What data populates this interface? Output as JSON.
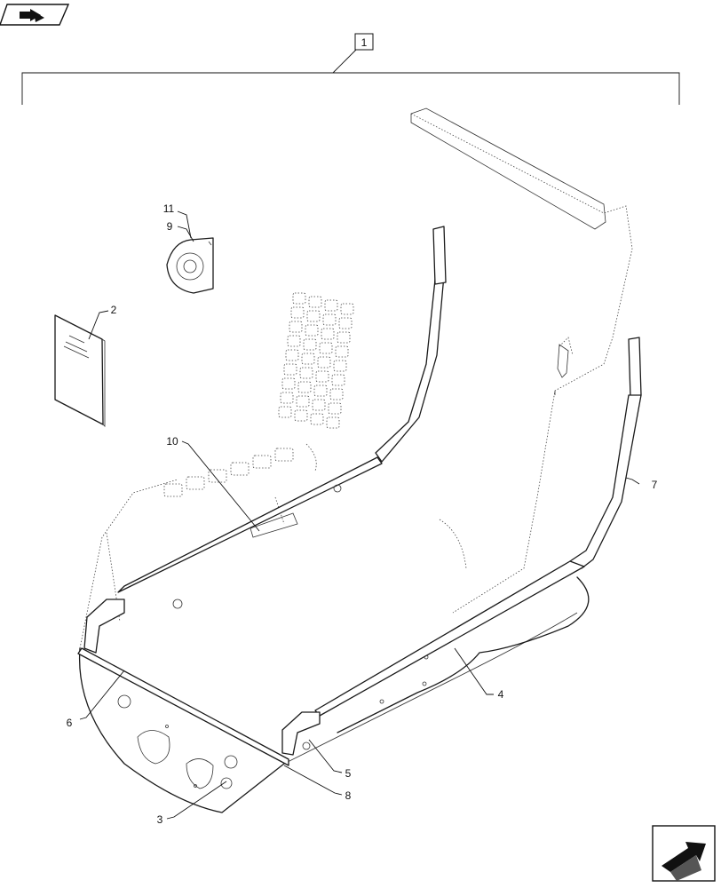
{
  "diagram": {
    "assembly_callout": "1",
    "callouts": {
      "c2": "2",
      "c3": "3",
      "c4": "4",
      "c5": "5",
      "c6": "6",
      "c7": "7",
      "c8": "8",
      "c9": "9",
      "c10": "10",
      "c11": "11"
    }
  },
  "icons": {
    "top_left": "prev-page-icon",
    "bottom_right": "next-page-icon"
  }
}
